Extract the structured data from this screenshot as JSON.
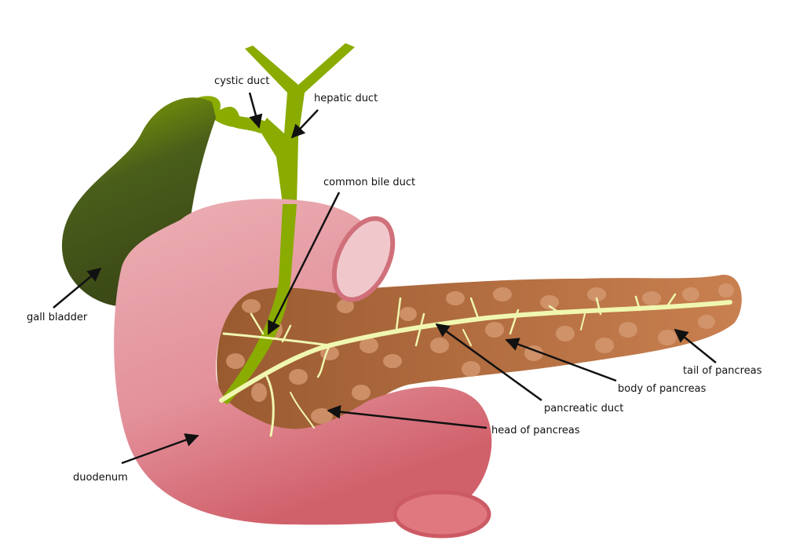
{
  "labels": {
    "cystic_duct": "cystic duct",
    "hepatic_duct": "hepatic duct",
    "common_bile_duct": "common bile duct",
    "gall_bladder": "gall bladder",
    "tail_of_pancreas": "tail of pancreas",
    "body_of_pancreas": "body of pancreas",
    "pancreatic_duct": "pancreatic duct",
    "head_of_pancreas": "head of pancreas",
    "duodenum": "duodenum"
  },
  "colors": {
    "bile_green": "#8aab00",
    "gall_dark": "#3e4f17",
    "pancreas": "#b06a3c",
    "pancreas_spot": "#d69a72",
    "duct_yellow": "#f0f7b0",
    "duodenum": "#e6a2a8",
    "duodenum_dark": "#d0606a"
  }
}
